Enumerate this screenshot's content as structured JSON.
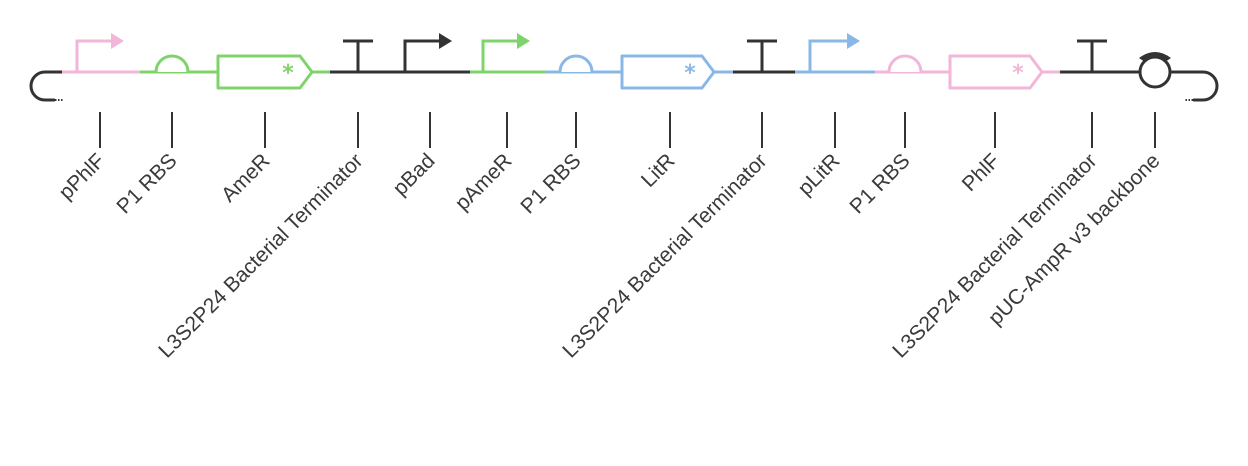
{
  "colors": {
    "backbone": "#333333",
    "pink": "#f2b6d8",
    "green": "#7fd36b",
    "blue": "#8ab8e6",
    "dark": "#333333",
    "label": "#3a3a3a",
    "leader": "#333333"
  },
  "parts": [
    {
      "label": "pPhlF",
      "type": "promoter",
      "color": "pink"
    },
    {
      "label": "P1 RBS",
      "type": "rbs",
      "color": "green"
    },
    {
      "label": "AmeR",
      "type": "cds",
      "color": "green"
    },
    {
      "label": "L3S2P24 Bacterial Terminator",
      "type": "terminator",
      "color": "dark"
    },
    {
      "label": "pBad",
      "type": "promoter",
      "color": "dark"
    },
    {
      "label": "pAmeR",
      "type": "promoter",
      "color": "green"
    },
    {
      "label": "P1 RBS",
      "type": "rbs",
      "color": "blue"
    },
    {
      "label": "LitR",
      "type": "cds",
      "color": "blue"
    },
    {
      "label": "L3S2P24 Bacterial Terminator",
      "type": "terminator",
      "color": "dark"
    },
    {
      "label": "pLitR",
      "type": "promoter",
      "color": "blue"
    },
    {
      "label": "P1 RBS",
      "type": "rbs",
      "color": "pink"
    },
    {
      "label": "PhlF",
      "type": "cds",
      "color": "pink"
    },
    {
      "label": "L3S2P24 Bacterial Terminator",
      "type": "terminator",
      "color": "dark"
    },
    {
      "label": "pUC-AmpR v3 backbone",
      "type": "origin",
      "color": "dark"
    }
  ]
}
